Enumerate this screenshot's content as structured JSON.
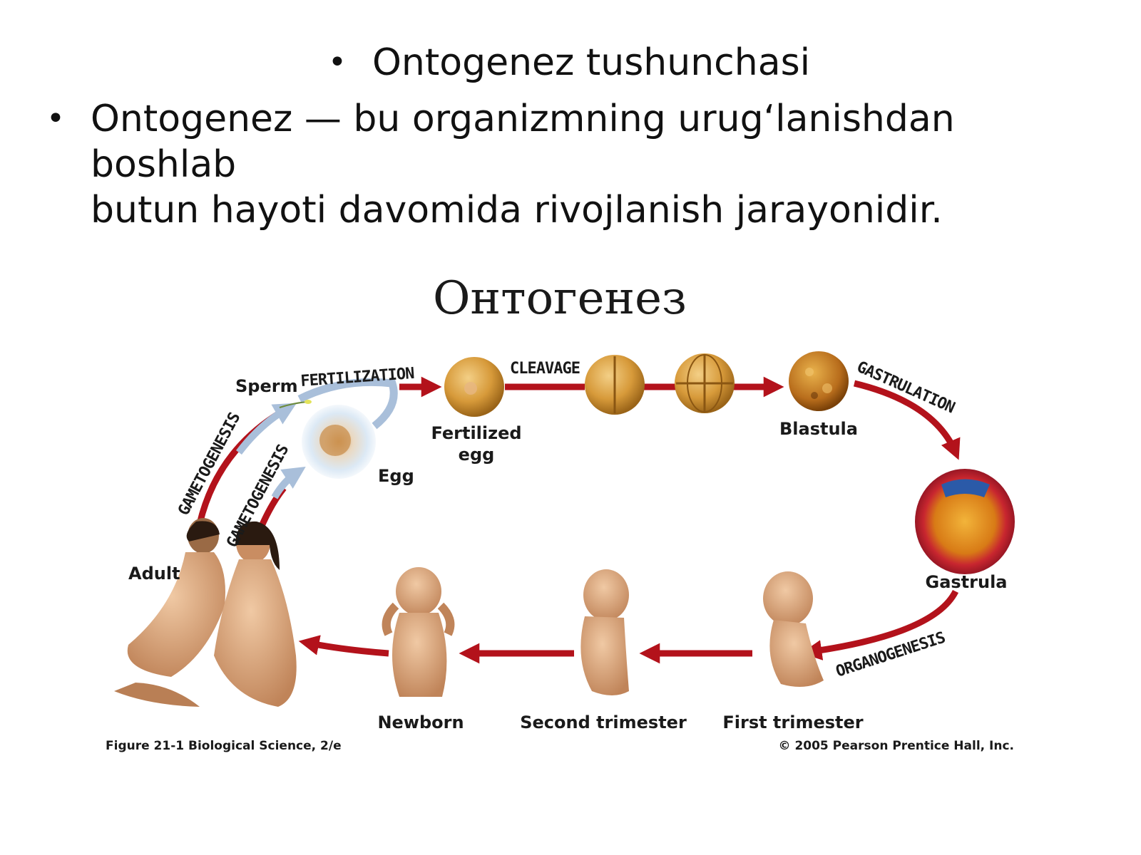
{
  "slide": {
    "heading": "Ontogenez tushunchasi",
    "definition_line1": "Ontogenez — bu organizmning urug‘lanishdan boshlab",
    "definition_line2": "butun hayoti davomida rivojlanish jarayonidir.",
    "bullet_glyph": "•"
  },
  "figure": {
    "title": "Онтогенез",
    "stages": {
      "sperm": "Sperm",
      "egg": "Egg",
      "fertilized_egg_line1": "Fertilized",
      "fertilized_egg_line2": "egg",
      "blastula": "Blastula",
      "gastrula": "Gastrula",
      "first_trimester": "First trimester",
      "second_trimester": "Second trimester",
      "newborn": "Newborn",
      "adult": "Adult"
    },
    "processes": {
      "fertilization": "FERTILIZATION",
      "cleavage": "CLEAVAGE",
      "gastrulation": "GASTRULATION",
      "organogenesis": "ORGANOGENESIS",
      "gametogenesis_male": "GAMETOGENESIS",
      "gametogenesis_female": "GAMETOGENESIS"
    },
    "caption_left": "Figure 21-1  Biological Science, 2/e",
    "caption_right": "© 2005 Pearson Prentice Hall, Inc.",
    "colors": {
      "arrow_red": "#b3121b",
      "arrow_blue": "#a9bfda",
      "cell_gold": "#d79a3a",
      "skin": "#d8a376"
    }
  }
}
